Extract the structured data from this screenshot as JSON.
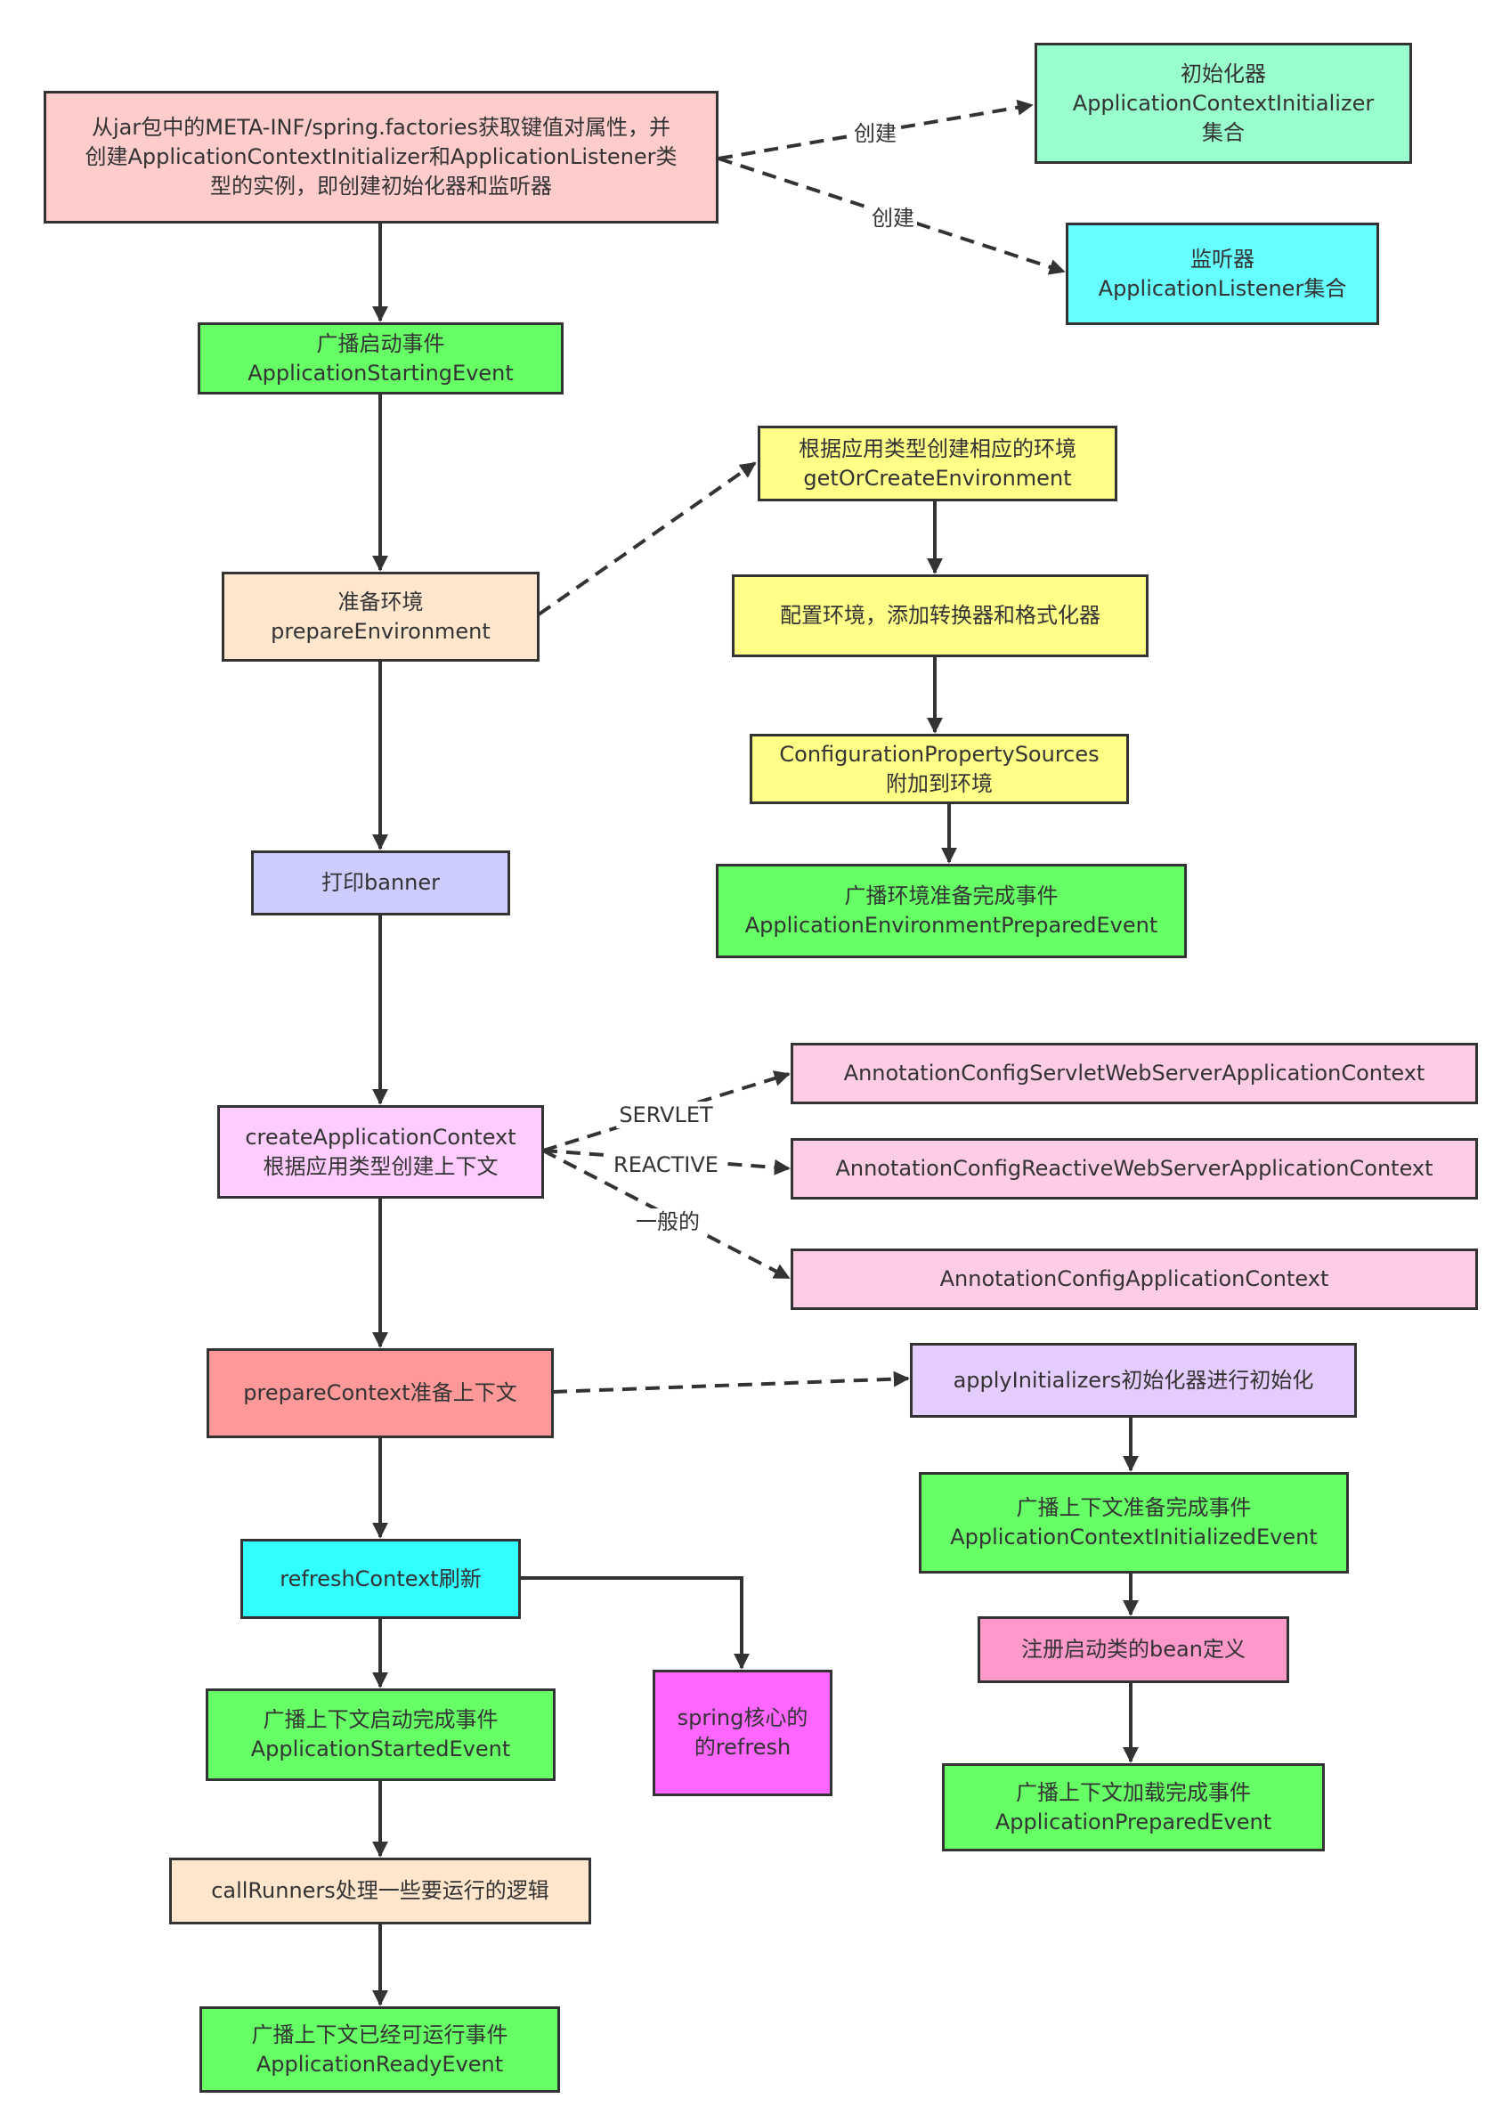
{
  "nodes": {
    "factories": {
      "line1": "从jar包中的META-INF/spring.factories获取键值对属性，并",
      "line2": "创建ApplicationContextInitializer和ApplicationListener类",
      "line3": "型的实例，即创建初始化器和监听器",
      "color": "#ffcccc"
    },
    "initializer": {
      "line1": "初始化器",
      "line2": "ApplicationContextInitializer",
      "line3": "集合",
      "color": "#99ffcc"
    },
    "listener": {
      "line1": "监听器",
      "line2": "ApplicationListener集合",
      "color": "#66ffff"
    },
    "starting": {
      "line1": "广播启动事件",
      "line2": "ApplicationStartingEvent",
      "color": "#66ff66"
    },
    "prepareEnv": {
      "line1": "准备环境",
      "line2": "prepareEnvironment",
      "color": "#ffe6cc"
    },
    "getOrCreate": {
      "line1": "根据应用类型创建相应的环境",
      "line2": "getOrCreateEnvironment",
      "color": "#ffff88"
    },
    "configEnv": {
      "line1": "配置环境，添加转换器和格式化器",
      "color": "#ffff88"
    },
    "propSources": {
      "line1": "ConfigurationPropertySources",
      "line2": "附加到环境",
      "color": "#ffff88"
    },
    "envPrepared": {
      "line1": "广播环境准备完成事件",
      "line2": "ApplicationEnvironmentPreparedEvent",
      "color": "#66ff66"
    },
    "banner": {
      "line1": "打印banner",
      "color": "#ccccff"
    },
    "createCtx": {
      "line1": "createApplicationContext",
      "line2": "根据应用类型创建上下文",
      "color": "#ffccff"
    },
    "servletCtx": {
      "line1": "AnnotationConfigServletWebServerApplicationContext",
      "color": "#ffcce6"
    },
    "reactiveCtx": {
      "line1": "AnnotationConfigReactiveWebServerApplicationContext",
      "color": "#ffcce6"
    },
    "annoCtx": {
      "line1": "AnnotationConfigApplicationContext",
      "color": "#ffcce6"
    },
    "prepareCtx": {
      "line1": "prepareContext准备上下文",
      "color": "#ff9999"
    },
    "applyInit": {
      "line1": "applyInitializers初始化器进行初始化",
      "color": "#e5ccff"
    },
    "ctxInitialized": {
      "line1": "广播上下文准备完成事件",
      "line2": "ApplicationContextInitializedEvent",
      "color": "#66ff66"
    },
    "registerBean": {
      "line1": "注册启动类的bean定义",
      "color": "#ff99cc"
    },
    "prepared": {
      "line1": "广播上下文加载完成事件",
      "line2": "ApplicationPreparedEvent",
      "color": "#66ff66"
    },
    "refreshCtx": {
      "line1": "refreshContext刷新",
      "color": "#33ffff"
    },
    "springRefresh": {
      "line1": "spring核心的",
      "line2": "的refresh",
      "color": "#ff66ff"
    },
    "started": {
      "line1": "广播上下文启动完成事件",
      "line2": "ApplicationStartedEvent",
      "color": "#66ff66"
    },
    "callRunners": {
      "line1": "callRunners处理一些要运行的逻辑",
      "color": "#ffe6cc"
    },
    "ready": {
      "line1": "广播上下文已经可运行事件",
      "line2": "ApplicationReadyEvent",
      "color": "#66ff66"
    }
  },
  "edge_labels": {
    "create1": "创建",
    "create2": "创建",
    "servlet": "SERVLET",
    "reactive": "REACTIVE",
    "general": "一般的"
  }
}
